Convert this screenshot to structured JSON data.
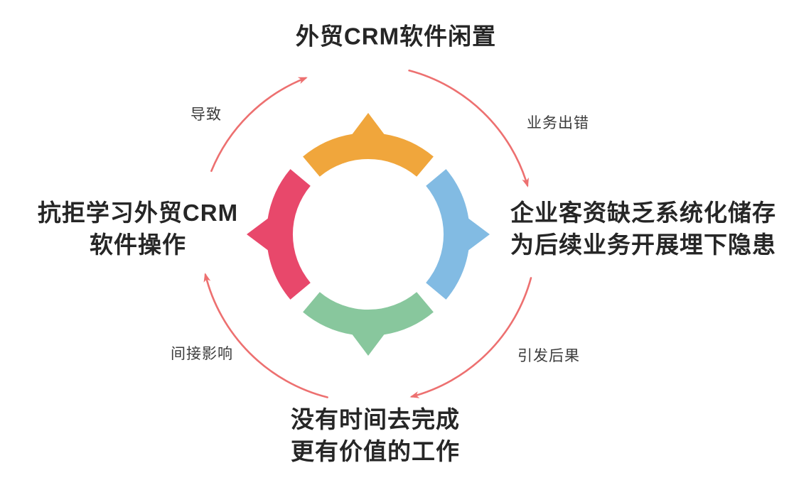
{
  "diagram": {
    "type": "cycle-diagram",
    "background": "#ffffff",
    "nodes": [
      {
        "id": "top",
        "position": "top",
        "lines": [
          "外贸CRM软件闲置",
          ""
        ]
      },
      {
        "id": "right",
        "position": "right",
        "lines": [
          "企业客资缺乏系统化储存",
          "为后续业务开展埋下隐患"
        ]
      },
      {
        "id": "bottom",
        "position": "bottom",
        "lines": [
          "没有时间去完成",
          "更有价值的工作"
        ]
      },
      {
        "id": "left",
        "position": "left",
        "lines": [
          "抗拒学习外贸CRM",
          "软件操作"
        ]
      }
    ],
    "connectors": [
      {
        "id": "lead",
        "label": "导致",
        "from": "left",
        "to": "top"
      },
      {
        "id": "error",
        "label": "业务出错",
        "from": "top",
        "to": "right"
      },
      {
        "id": "consequence",
        "label": "引发后果",
        "from": "right",
        "to": "bottom"
      },
      {
        "id": "indirect",
        "label": "间接影响",
        "from": "bottom",
        "to": "left"
      }
    ],
    "colors": {
      "top": "#F0A63C",
      "right": "#82BBE3",
      "bottom": "#88C79D",
      "left": "#E8486B",
      "arrow": "#ED7070",
      "heading_text": "#262626",
      "label_text": "#3C3C3C"
    }
  }
}
